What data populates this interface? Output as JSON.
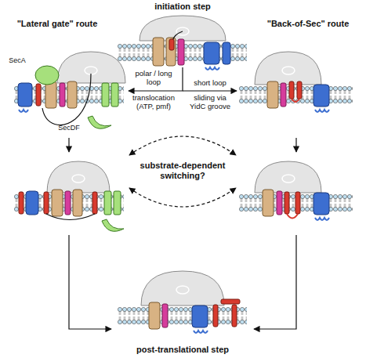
{
  "diagram": {
    "labels": [
      "initiation step",
      "\"Lateral gate\" route",
      "\"Back-of-Sec\" route",
      "SecA",
      "SecDF",
      "polar / long loop",
      "translocation (ATP, pmf)",
      "short loop",
      "sliding via YidC groove",
      "substrate-dependent switching?",
      "post-translational step"
    ]
  }
}
